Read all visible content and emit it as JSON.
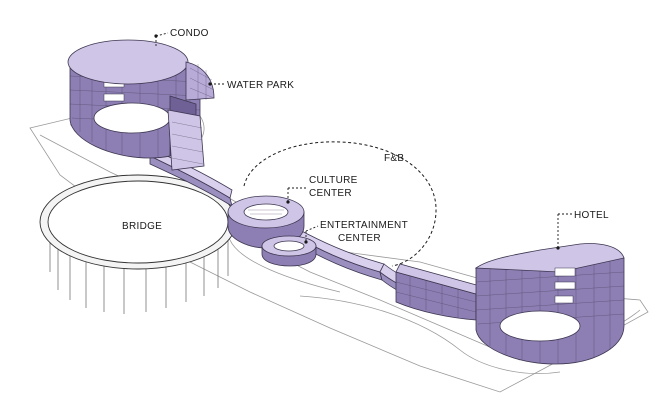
{
  "labels": {
    "condo": "CONDO",
    "water_park": "WATER PARK",
    "fnb": "F&B",
    "culture_center": "CULTURE CENTER",
    "culture_center_l1": "CULTURE",
    "culture_center_l2": "CENTER",
    "bridge": "BRIDGE",
    "entertainment_center_l1": "ENTERTAINMENT",
    "entertainment_center_l2": "CENTER",
    "hotel": "HOTEL"
  },
  "colors": {
    "building_wall": "#8d7fb3",
    "building_roof": "#cfc5e6",
    "outline": "#3d3650",
    "background": "#ffffff"
  }
}
